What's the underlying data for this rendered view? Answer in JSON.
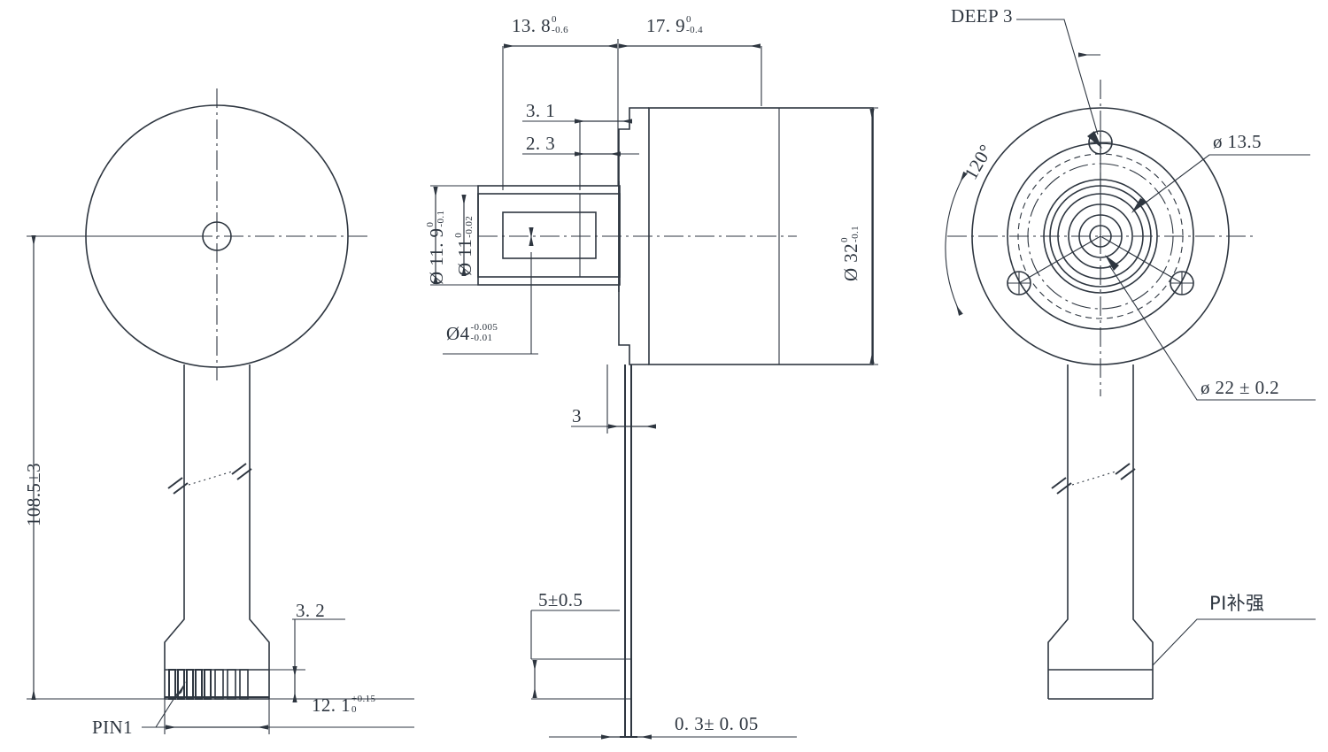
{
  "drawing": {
    "title": "Mechanical part multi-view engineering drawing",
    "line_color": "#2e3640",
    "bg_color": "#ffffff",
    "views": [
      "front-flat-view",
      "side-section-view",
      "rear-circular-view"
    ]
  },
  "left_view": {
    "overall_length": {
      "text": "108.5",
      "tolerance": "±3",
      "full": "108.5±3"
    },
    "pin_label": "PIN1",
    "pad_height": "3. 2",
    "pad_width": {
      "text": "12. 1",
      "upper": "+0.15",
      "lower": "0"
    }
  },
  "middle_view": {
    "dim_left": {
      "text": "13. 8",
      "upper": "0",
      "lower": "-0.6"
    },
    "dim_right": {
      "text": "17. 9",
      "upper": "0",
      "lower": "-0.4"
    },
    "step_a": "3. 1",
    "step_b": "2. 3",
    "bore_outer": {
      "text": "Ø 11. 9",
      "upper": "0",
      "lower": "-0.1"
    },
    "bore_inner": {
      "text": "Ø 11",
      "upper": "0",
      "lower": "-0.02"
    },
    "shaft": {
      "text": "Ø4",
      "upper": "-0.005",
      "lower": "-0.01"
    },
    "body_diameter": {
      "text": "Ø 32",
      "upper": "0",
      "lower": "-0.1"
    },
    "flange_thk": "3",
    "tail_width": {
      "text": "5",
      "tolerance": "±0.5",
      "full": "5±0.5"
    },
    "tail_thk": {
      "text": "0. 3",
      "tolerance": "± 0. 05",
      "full": "0. 3± 0. 05"
    }
  },
  "right_view": {
    "deep_note": "DEEP 3",
    "angle": "120°",
    "bolt_circle": "ø 13.5",
    "pitch_circle": "ø 22 ± 0.2",
    "material_note": "PI补强"
  }
}
